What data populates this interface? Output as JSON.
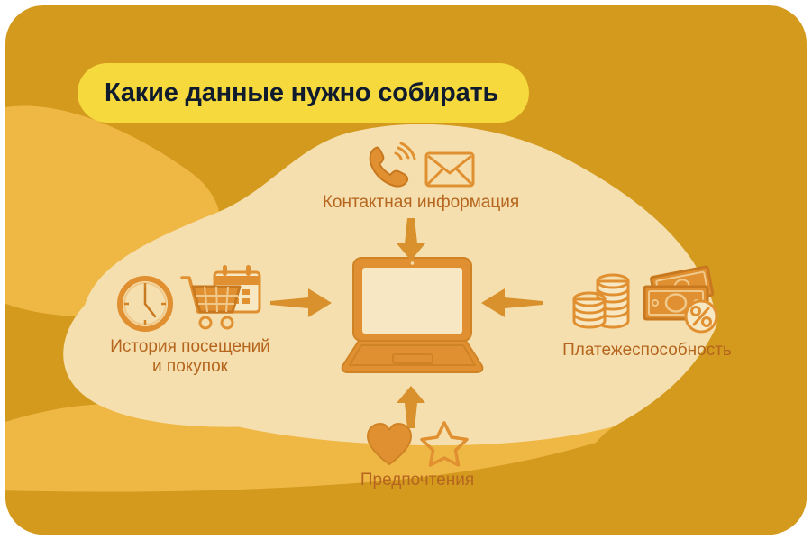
{
  "title": {
    "text": "Какие данные нужно собирать",
    "badge_color": "#f5d93d",
    "text_color": "#101b2e"
  },
  "palette": {
    "card_outer": "#d39a1e",
    "card_mid": "#efb845",
    "card_inner": "#f5dfae",
    "icon_orange": "#e09030",
    "icon_orange_dark": "#c8791f",
    "icon_fill_light": "#f7e7c2",
    "label_text": "#b5651d",
    "arrow": "#d8912c",
    "page_background": "#ffffff"
  },
  "diagram": {
    "center": {
      "name": "Ноутбук",
      "icon": "laptop-icon"
    },
    "nodes": [
      {
        "id": "contact",
        "label": "Контактная информация",
        "position": "top",
        "icons": [
          "phone-ringing-icon",
          "envelope-icon"
        ],
        "arrow": {
          "direction": "down",
          "name": "arrow-down"
        }
      },
      {
        "id": "history",
        "label": "История посещений\nи покупок",
        "position": "left",
        "icons": [
          "clock-icon",
          "shopping-cart-icon",
          "calendar-icon"
        ],
        "arrow": {
          "direction": "right",
          "name": "arrow-right"
        }
      },
      {
        "id": "payment",
        "label": "Платежеспособность",
        "position": "right",
        "icons": [
          "coin-stacks-icon",
          "banknotes-icon",
          "percent-badge-icon"
        ],
        "arrow": {
          "direction": "left",
          "name": "arrow-left"
        }
      },
      {
        "id": "preferences",
        "label": "Предпочтения",
        "position": "bottom",
        "icons": [
          "heart-icon",
          "star-icon"
        ],
        "arrow": {
          "direction": "up",
          "name": "arrow-up"
        }
      }
    ]
  }
}
